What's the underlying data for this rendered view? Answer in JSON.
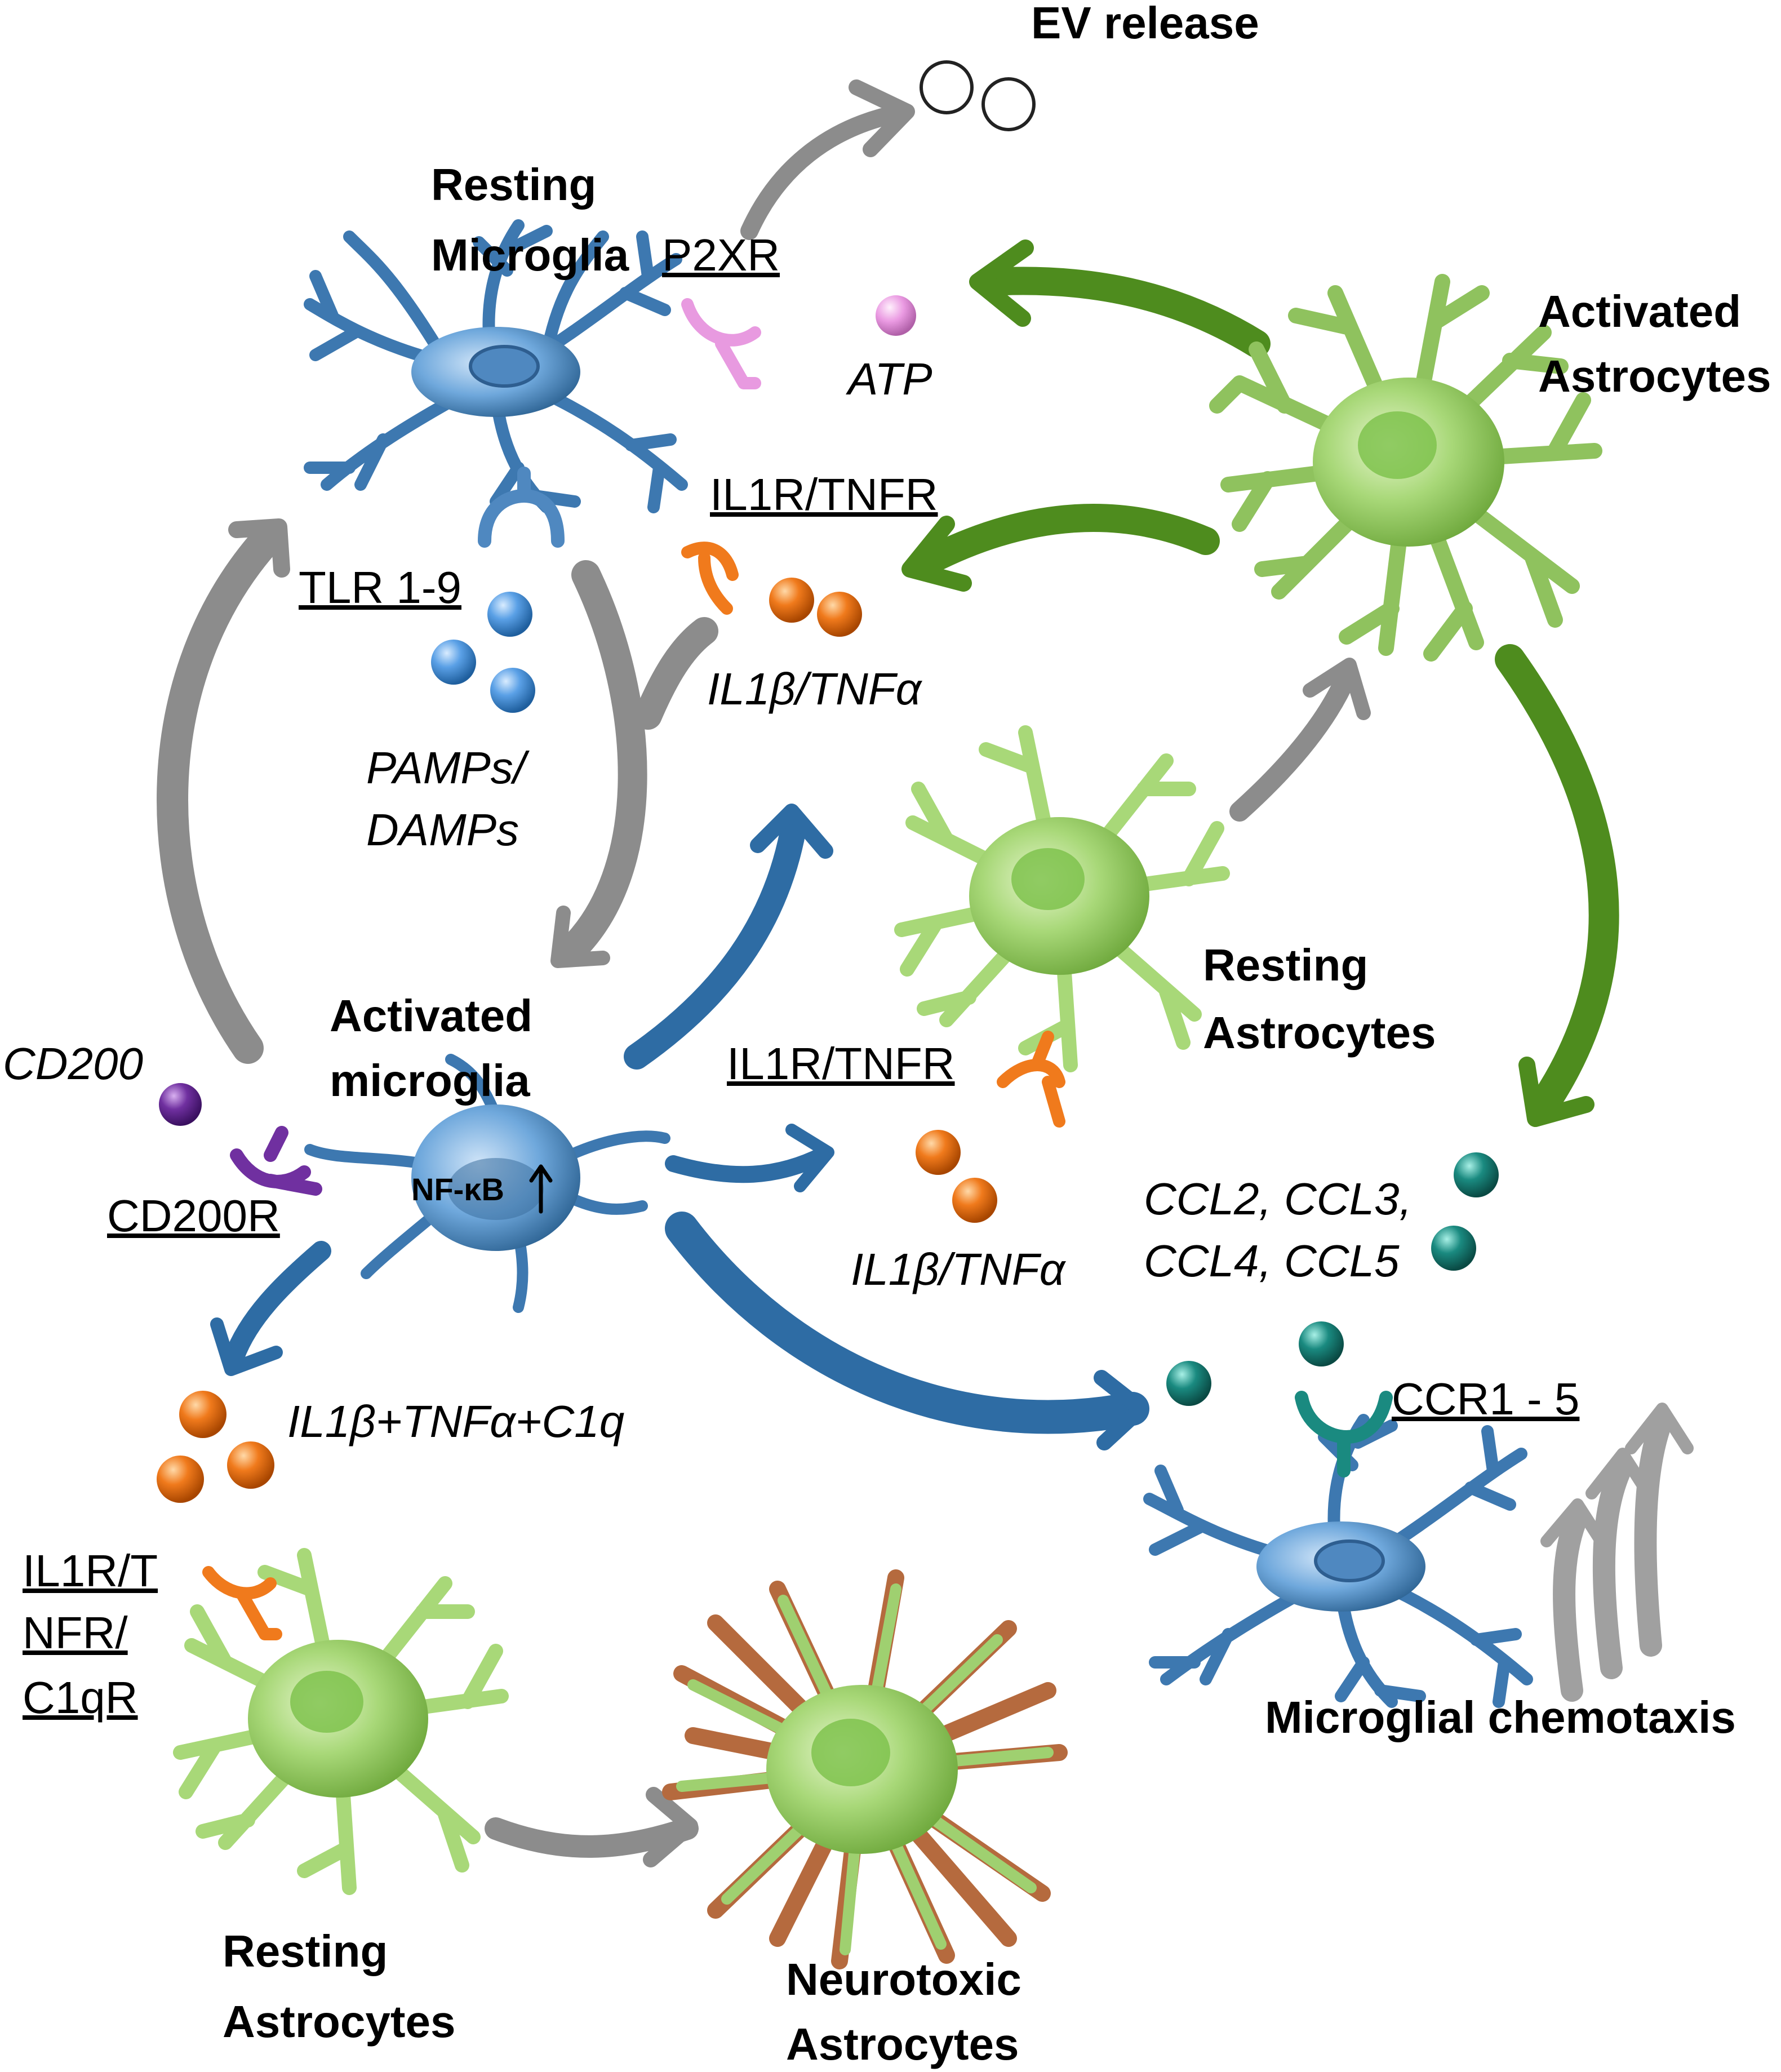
{
  "labels": {
    "ev_release": "EV release",
    "resting_microglia_1": "Resting",
    "resting_microglia_2": "Microglia",
    "p2xr": "P2XR",
    "atp": "ATP",
    "activated_astro_1": "Activated",
    "activated_astro_2": "Astrocytes",
    "il1r_tnfr_top": "IL1R/TNFR",
    "tlr": "TLR 1-9",
    "il1b_tnfa_top": "IL1β/TNFα",
    "pamps": "PAMPs/",
    "damps": "DAMPs",
    "resting_astro_mid_1": "Resting",
    "resting_astro_mid_2": "Astrocytes",
    "activated_microglia_1": "Activated",
    "activated_microglia_2": "microglia",
    "cd200": "CD200",
    "il1r_tnfr_mid": "IL1R/TNFR",
    "nfkb": "NF-κB",
    "cd200r": "CD200R",
    "ccl_line1": "CCL2, CCL3,",
    "ccl_line2": "CCL4, CCL5",
    "il1b_tnfa_mid": "IL1β/TNFα",
    "ccr": "CCR1 - 5",
    "il1b_tnfa_c1q": "IL1β+TNFα+C1q",
    "il1r_line1": "IL1R/T",
    "il1r_line2": "NFR/",
    "il1r_line3": "C1qR",
    "microglial_chemotaxis": "Microglial chemotaxis",
    "resting_astro_bot_1": "Resting",
    "resting_astro_bot_2": "Astrocytes",
    "neurotoxic_1": "Neurotoxic",
    "neurotoxic_2": "Astrocytes"
  },
  "colors": {
    "gray_arrow": "#8c8c8c",
    "green_arrow": "#4e8c1e",
    "blue_arrow": "#2e6ca4",
    "microglia": "#6fa8dc",
    "astrocyte": "#b5d98a",
    "orange": "#f07a1c",
    "teal": "#1a8a80",
    "purple": "#7030a0",
    "pink": "#e89ae0"
  }
}
